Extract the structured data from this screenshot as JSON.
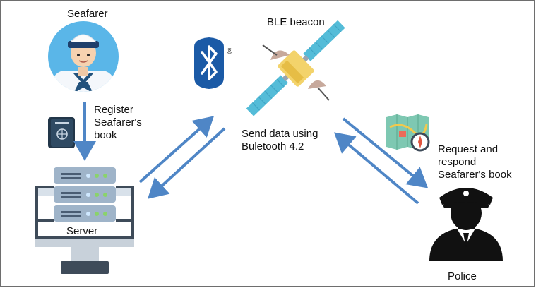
{
  "nodes": {
    "seafarer": "Seafarer",
    "beacon": "BLE beacon",
    "server": "Server",
    "police": "Police"
  },
  "edges": {
    "register": [
      "Register",
      "Seafarer's",
      "book"
    ],
    "send": [
      "Send data using",
      "Buletooth 4.2"
    ],
    "request": [
      "Request and",
      "respond",
      "Seafarer's book"
    ]
  },
  "icons": {
    "bluetooth_mark": "®",
    "names": [
      "sailor-avatar-icon",
      "passport-icon",
      "bluetooth-icon",
      "satellite-icon",
      "server-rack-icon",
      "monitor-icon",
      "map-compass-icon",
      "police-officer-icon"
    ]
  },
  "colors": {
    "arrow": "#4f86c6",
    "bluetooth": "#1b5aa6",
    "solar_panel": "#54bcd8",
    "sailor_bg": "#5ab6e8"
  }
}
